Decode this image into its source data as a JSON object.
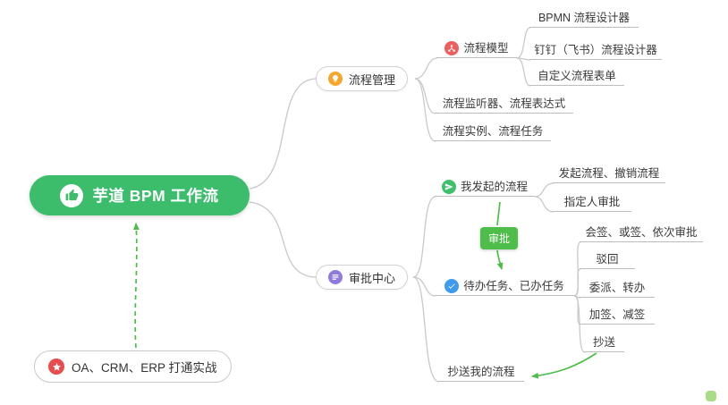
{
  "root": {
    "label": "芋道 BPM 工作流"
  },
  "branches": {
    "process_mgmt": {
      "label": "流程管理"
    },
    "approval_center": {
      "label": "审批中心"
    },
    "oa_note": {
      "label": "OA、CRM、ERP 打通实战"
    }
  },
  "process": {
    "model": {
      "label": "流程模型"
    },
    "bpmn_designer": {
      "label": "BPMN 流程设计器"
    },
    "dingtalk_designer": {
      "label": "钉钉（飞书）流程设计器"
    },
    "custom_form": {
      "label": "自定义流程表单"
    },
    "listener_expression": {
      "label": "流程监听器、流程表达式"
    },
    "instance_task": {
      "label": "流程实例、流程任务"
    }
  },
  "approval": {
    "my_initiated": {
      "label": "我发起的流程"
    },
    "initiate_cancel": {
      "label": "发起流程、撤销流程"
    },
    "assignee_approval": {
      "label": "指定人审批"
    },
    "approval_tag": {
      "label": "审批"
    },
    "todo_done": {
      "label": "待办任务、已办任务"
    },
    "multi_sign": {
      "label": "会签、或签、依次审批"
    },
    "reject": {
      "label": "驳回"
    },
    "delegate_transfer": {
      "label": "委派、转办"
    },
    "add_reduce_sign": {
      "label": "加签、减签"
    },
    "cc": {
      "label": "抄送"
    },
    "cc_my_process": {
      "label": "抄送我的流程"
    }
  },
  "colors": {
    "root_bg": "#3BBD6C",
    "tag_bg": "#4EBE4B",
    "arrow_green": "#4DBE49",
    "connector_gray": "#C9C9C9",
    "icon_orange": "#F7A62A",
    "icon_red": "#EE5E5E",
    "icon_purple": "#8F7BE0",
    "icon_green": "#3FBE6C",
    "icon_blue": "#3E9BEF",
    "icon_star_red": "#E84C4C"
  }
}
